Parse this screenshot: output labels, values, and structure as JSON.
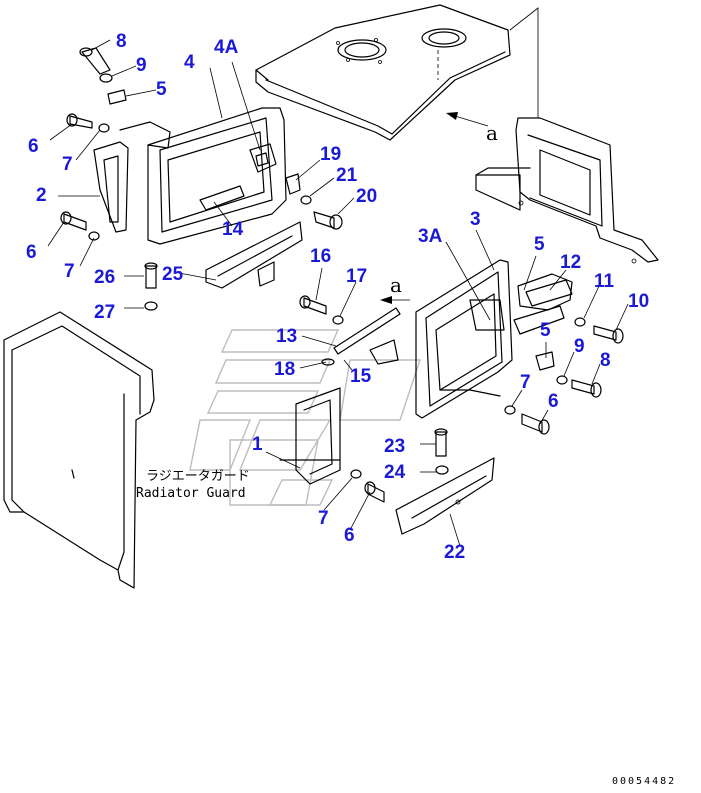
{
  "callouts": {
    "c1": "1",
    "c2": "2",
    "c3": "3",
    "c3a": "3A",
    "c4": "4",
    "c4a": "4A",
    "c5a": "5",
    "c5b": "5",
    "c5c": "5",
    "c6a": "6",
    "c6b": "6",
    "c6c": "6",
    "c6d": "6",
    "c7a": "7",
    "c7b": "7",
    "c7c": "7",
    "c7d": "7",
    "c8a": "8",
    "c8b": "8",
    "c9a": "9",
    "c9b": "9",
    "c10": "10",
    "c11": "11",
    "c12": "12",
    "c13": "13",
    "c14": "14",
    "c15": "15",
    "c16": "16",
    "c17": "17",
    "c18": "18",
    "c19": "19",
    "c20": "20",
    "c21": "21",
    "c22": "22",
    "c23": "23",
    "c24": "24",
    "c25": "25",
    "c26": "26",
    "c27": "27"
  },
  "view_marks": {
    "top": "a",
    "mid": "a"
  },
  "guard_label": {
    "jp": "ラジエータガード",
    "en": "Radiator Guard"
  },
  "doc_number": "00054482"
}
